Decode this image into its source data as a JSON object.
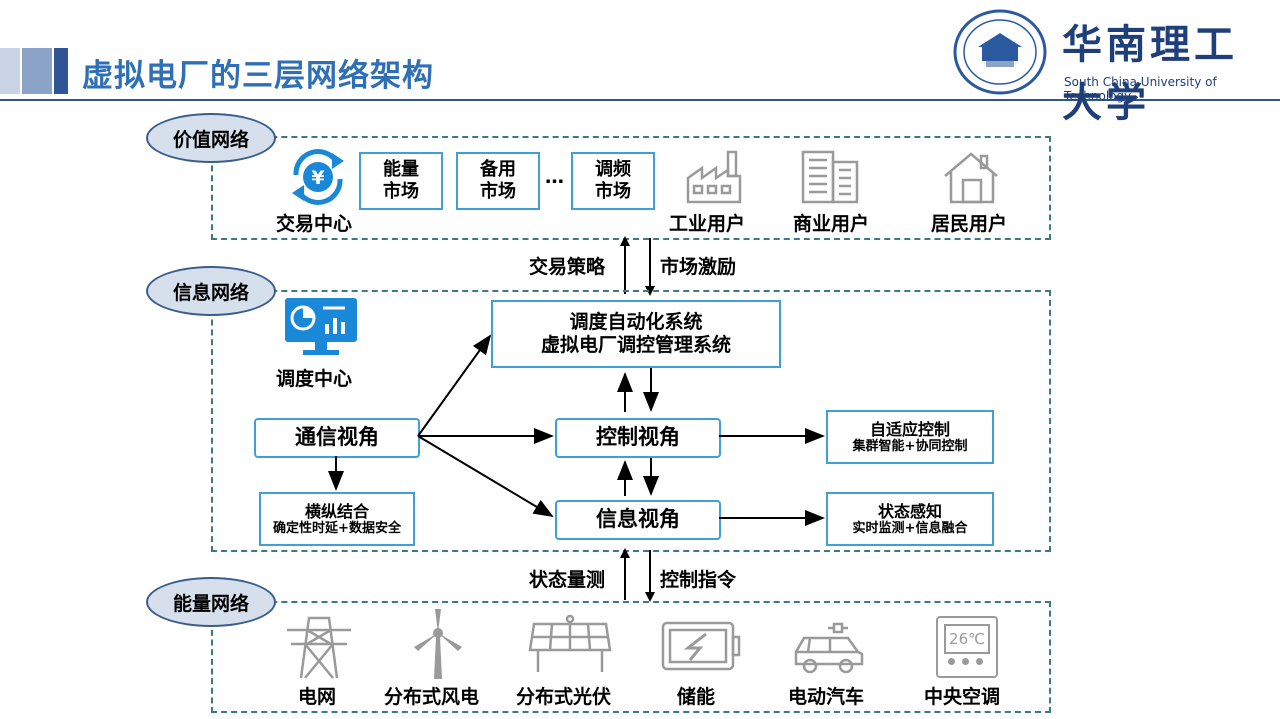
{
  "header": {
    "title": "虚拟电厂的三层网络架构",
    "university_cn": "华南理工大学",
    "university_en": "South China University of Technology"
  },
  "layers": {
    "value": {
      "label": "价值网络",
      "trade_center": "交易中心",
      "markets": [
        {
          "line1": "能量",
          "line2": "市场"
        },
        {
          "line1": "备用",
          "line2": "市场"
        },
        {
          "line1": "调频",
          "line2": "市场"
        }
      ],
      "ellipsis": "…",
      "users": [
        "工业用户",
        "商业用户",
        "居民用户"
      ]
    },
    "info": {
      "label": "信息网络",
      "dispatch_center": "调度中心",
      "system_line1": "调度自动化系统",
      "system_line2": "虚拟电厂调控管理系统",
      "comm_view": "通信视角",
      "control_view": "控制视角",
      "info_view": "信息视角",
      "adaptive_title": "自适应控制",
      "adaptive_sub": "集群智能+协同控制",
      "horizontal_title": "横纵结合",
      "horizontal_sub": "确定性时延+数据安全",
      "state_title": "状态感知",
      "state_sub": "实时监测+信息融合"
    },
    "energy": {
      "label": "能量网络",
      "items": [
        "电网",
        "分布式风电",
        "分布式光伏",
        "储能",
        "电动汽车",
        "中央空调"
      ],
      "ac_display": "26℃"
    }
  },
  "links": {
    "up_top": "交易策略",
    "down_top": "市场激励",
    "up_bottom": "状态量测",
    "down_bottom": "控制指令"
  },
  "colors": {
    "title": "#2f6fb5",
    "accent_dark": "#2f5597",
    "dashed_border": "#3d7a80",
    "box_border": "#3fa0d9",
    "icon_blue": "#1a88d8",
    "icon_gray": "#9a9a9a"
  }
}
